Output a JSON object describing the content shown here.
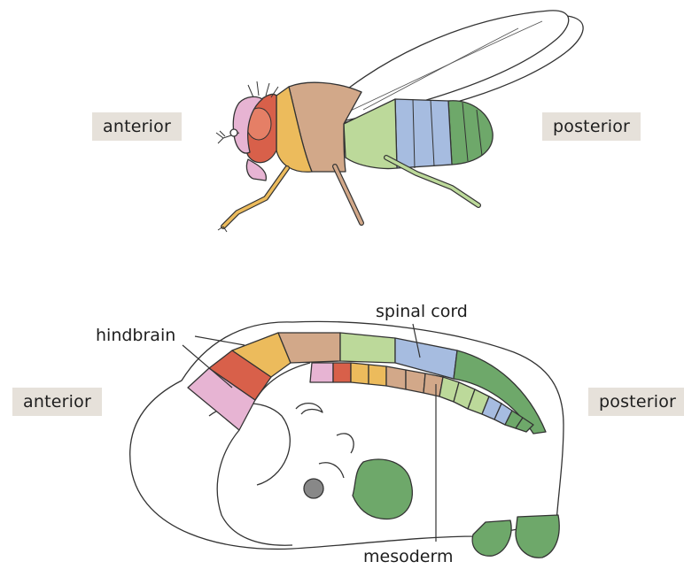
{
  "fly": {
    "anterior_label": "anterior",
    "posterior_label": "posterior"
  },
  "embryo": {
    "anterior_label": "anterior",
    "posterior_label": "posterior",
    "hindbrain_label": "hindbrain",
    "spinal_cord_label": "spinal cord",
    "mesoderm_label": "mesoderm"
  },
  "colors": {
    "pink": "#e7b4d3",
    "red": "#d8604a",
    "orange": "#ecbb5c",
    "tan": "#d2a889",
    "light_green": "#bcd99a",
    "blue": "#a6bce0",
    "green": "#6ea86a",
    "tag_background": "#e6e1da"
  }
}
